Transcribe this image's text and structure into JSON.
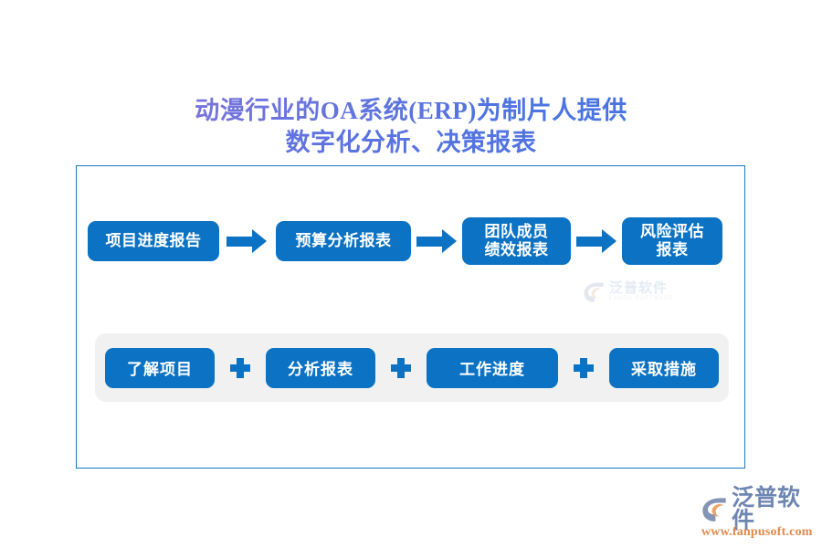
{
  "title": {
    "line1": "动漫行业的OA系统(ERP)为制片人提供",
    "line2": "数字化分析、决策报表"
  },
  "colors": {
    "box_blue": "#0B72C4",
    "frame_border": "#1678BD",
    "panel_grey": "#F1F1F1",
    "title_gradient_start": "#8F77D6",
    "title_gradient_end": "#4472E4",
    "logo_blue_grey": "#6E86B2",
    "logo_orange": "#E08A4E"
  },
  "flow": {
    "steps": [
      {
        "label": "项目进度报告",
        "lines": [
          "项目进度报告"
        ]
      },
      {
        "label": "预算分析报表",
        "lines": [
          "预算分析报表"
        ]
      },
      {
        "label": "团队成员绩效报表",
        "lines": [
          "团队成员",
          "绩效报表"
        ]
      },
      {
        "label": "风险评估报表",
        "lines": [
          "风险评估",
          "报表"
        ]
      }
    ],
    "step1_text": "项目进度报告",
    "step2_text": "预算分析报表",
    "step3_text": "团队成员\n绩效报表",
    "step4_text": "风险评估\n报表",
    "connector_icon": "arrow-right-icon"
  },
  "actions": {
    "items": [
      {
        "label": "了解项目"
      },
      {
        "label": "分析报表"
      },
      {
        "label": "工作进度"
      },
      {
        "label": "采取措施"
      }
    ],
    "item1_text": "了解项目",
    "item2_text": "分析报表",
    "item3_text": "工作进度",
    "item4_text": "采取措施",
    "separator_icon": "plus-icon"
  },
  "watermark": {
    "cn": "泛普软件",
    "en": "FANPU SOFTWARE",
    "mark_icon": "fanpu-logo-icon"
  },
  "logo": {
    "cn": "泛普软件",
    "url": "www.fanpusoft.com",
    "mark_icon": "fanpu-logo-icon"
  }
}
